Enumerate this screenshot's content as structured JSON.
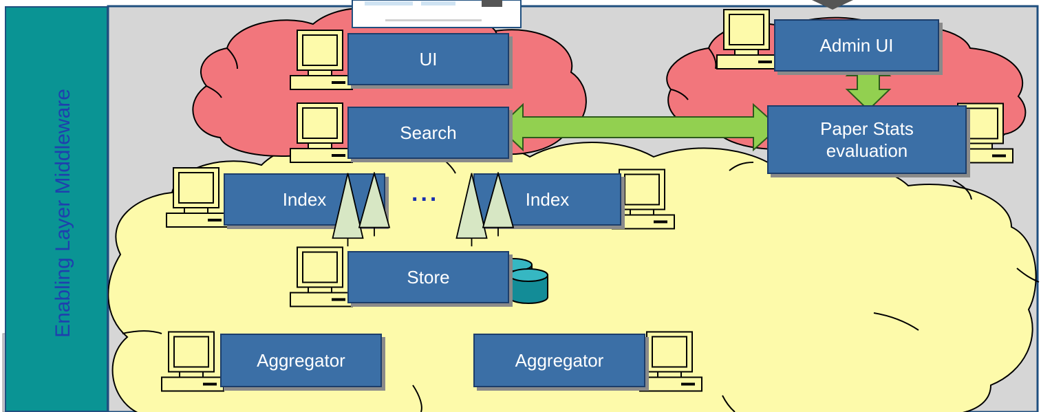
{
  "sidebar": {
    "label": "Enabling Layer Middleware"
  },
  "nodes": {
    "ui": "UI",
    "search": "Search",
    "admin_ui": "Admin UI",
    "paper_stats": "Paper Stats\nevaluation",
    "index_left": "Index",
    "index_right": "Index",
    "store": "Store",
    "aggregator_left": "Aggregator",
    "aggregator_right": "Aggregator"
  },
  "ellipsis": "...",
  "colors": {
    "sidebar": "#0a9494",
    "sidebar_text": "#1f3fae",
    "box": "#3b6fa6",
    "red_cloud": "#f2767c",
    "yellow_cloud": "#fdfaaa",
    "arrow": "#92d050",
    "database": "#138c97"
  },
  "icons": [
    "computer-terminal-icon",
    "tree-icon",
    "database-icon",
    "user-avatar-icon",
    "server-icon",
    "screenshot-thumbnail"
  ]
}
